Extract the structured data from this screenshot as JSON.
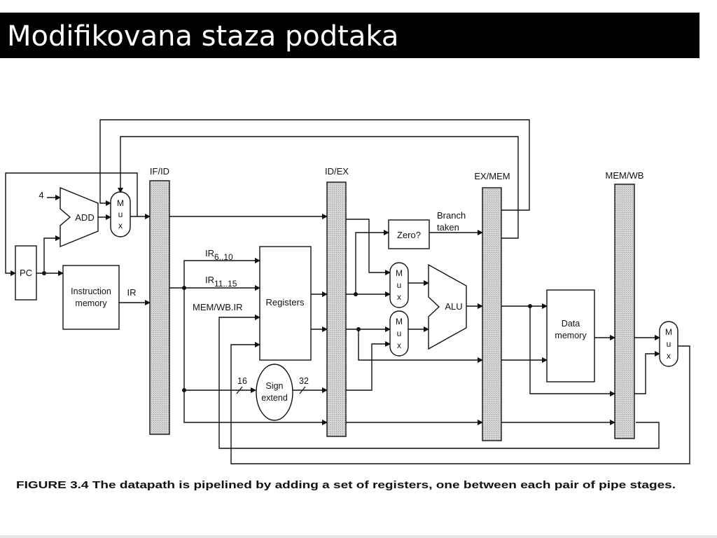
{
  "header": {
    "title": "Modifikovana staza podtaka"
  },
  "diagram": {
    "pipeline_registers": [
      "IF/ID",
      "ID/EX",
      "EX/MEM",
      "MEM/WB"
    ],
    "units": {
      "pc": "PC",
      "add": "ADD",
      "constant_four": "4",
      "instruction_memory_line1": "Instruction",
      "instruction_memory_line2": "memory",
      "registers": "Registers",
      "zero": "Zero?",
      "alu": "ALU",
      "data_memory_line1": "Data",
      "data_memory_line2": "memory",
      "sign_extend_line1": "Sign",
      "sign_extend_line2": "extend",
      "mux_letters": [
        "M",
        "u",
        "x"
      ]
    },
    "signals": {
      "ir": "IR",
      "ir_6_10": {
        "base": "IR",
        "sub": "6..10"
      },
      "ir_11_15": {
        "base": "IR",
        "sub": "11..15"
      },
      "mem_wb_ir": "MEM/WB.IR",
      "branch_taken_line1": "Branch",
      "branch_taken_line2": "taken",
      "width_in": "16",
      "width_out": "32"
    },
    "caption": "FIGURE 3.4  The datapath is pipelined by adding a set of registers, one between each pair of pipe stages."
  }
}
